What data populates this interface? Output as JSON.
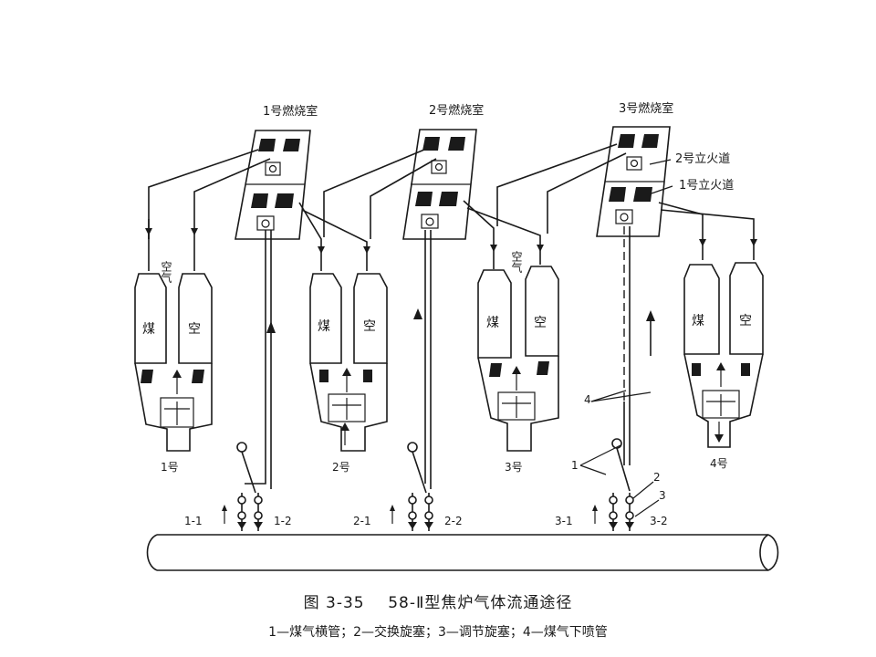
{
  "figure": {
    "caption_number": "图 3-35",
    "caption_title": "58-Ⅱ型焦炉气体流通途径",
    "legend_line": "1—煤气横管；2—交换旋塞；3—调节旋塞；4—煤气下喷管"
  },
  "chambers": [
    {
      "label": "1号燃烧室"
    },
    {
      "label": "2号燃烧室"
    },
    {
      "label": "3号燃烧室"
    }
  ],
  "flue_labels": [
    "2号立火道",
    "1号立火道"
  ],
  "regenerator_groups": [
    {
      "label": "1号",
      "gas": "煤",
      "air": "空",
      "air_stream": "空气"
    },
    {
      "label": "2号",
      "gas": "煤",
      "air": "空"
    },
    {
      "label": "3号",
      "gas": "煤",
      "air": "空",
      "air_stream": "空气"
    },
    {
      "label": "4号",
      "gas": "煤",
      "air": "空"
    }
  ],
  "pipe_labels": [
    "1-1",
    "1-2",
    "2-1",
    "2-2",
    "3-1",
    "3-2"
  ],
  "part_numbers": [
    "1",
    "2",
    "3",
    "4"
  ]
}
